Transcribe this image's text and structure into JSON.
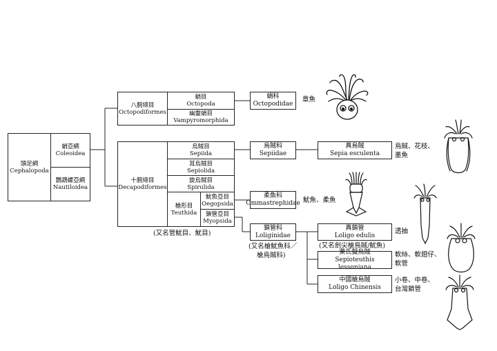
{
  "root": {
    "zh": "頭足綱",
    "la": "Cephalopoda"
  },
  "subclasses": [
    {
      "zh": "蛸亞綱",
      "la": "Coleoidea"
    },
    {
      "zh": "鸚鵡螺亞綱",
      "la": "Nautiloidea"
    }
  ],
  "superorders": {
    "octo": {
      "zh": "八腕總目",
      "la": "Octopodiformes"
    },
    "deca": {
      "zh": "十腕總目",
      "la": "Decapodiformes"
    }
  },
  "octo_orders": [
    {
      "zh": "蛸目",
      "la": "Octopoda"
    },
    {
      "zh": "幽靈蛸目",
      "la": "Vampyromorphida"
    }
  ],
  "deca_orders": {
    "sepiida": {
      "zh": "烏賊目",
      "la": "Sepiida"
    },
    "sepiolida": {
      "zh": "耳烏賊目",
      "la": "Sepiolida"
    },
    "spirulida": {
      "zh": "旋烏賊目",
      "la": "Spirulida"
    },
    "teuthida": {
      "zh": "槍形目",
      "la": "Teuthida"
    },
    "oegopsida": {
      "zh": "魷魚亞目",
      "la": "Oegopsida"
    },
    "myopsida": {
      "zh": "鎖管亞目",
      "la": "Myopsida"
    }
  },
  "teuthida_note": "(又名管魷目、魷目)",
  "families": {
    "octopodidae": {
      "zh": "蛸科",
      "la": "Octopodidae"
    },
    "sepiidae": {
      "zh": "烏賊科",
      "la": "Sepiidae"
    },
    "ommastrephidae": {
      "zh": "柔魚科",
      "la": "Ommastrephidae"
    },
    "loliginidae": {
      "zh": "鎖管科",
      "la": "Loliginidae"
    }
  },
  "loliginidae_note": [
    "(又名槍魷魚科／",
    "槍烏賊科)"
  ],
  "species": {
    "sepia": {
      "zh": "真烏賊",
      "la": "Sepia esculenta"
    },
    "loligo": {
      "zh": "真鎖管",
      "la": "Loligo edulis"
    },
    "sepioteuthis": {
      "zh": "萊氏擬烏賊",
      "la": "Sepioteuthis lessoniana"
    },
    "chinensis": {
      "zh": "中國槍烏賊",
      "la": "Loligo Chinensis"
    }
  },
  "loligo_note": "(又名劍尖槍烏賊/魷魚)",
  "common_names": {
    "octopus": "章魚",
    "sepia": [
      "烏賊、花枝、",
      "墨魚"
    ],
    "ommastrephidae": "魷魚、柔魚",
    "loligo": "透抽",
    "sepioteuthis": [
      "軟絲、軟翅仔、",
      "軟管"
    ],
    "chinensis": [
      "小卷、中卷、",
      "台灣鎖管"
    ]
  },
  "icons": [
    "octopus-icon",
    "cuttlefish-icon",
    "flying-squid-icon",
    "slender-squid-icon",
    "oval-squid-icon",
    "small-squid-icon",
    "spear-squid-icon"
  ]
}
